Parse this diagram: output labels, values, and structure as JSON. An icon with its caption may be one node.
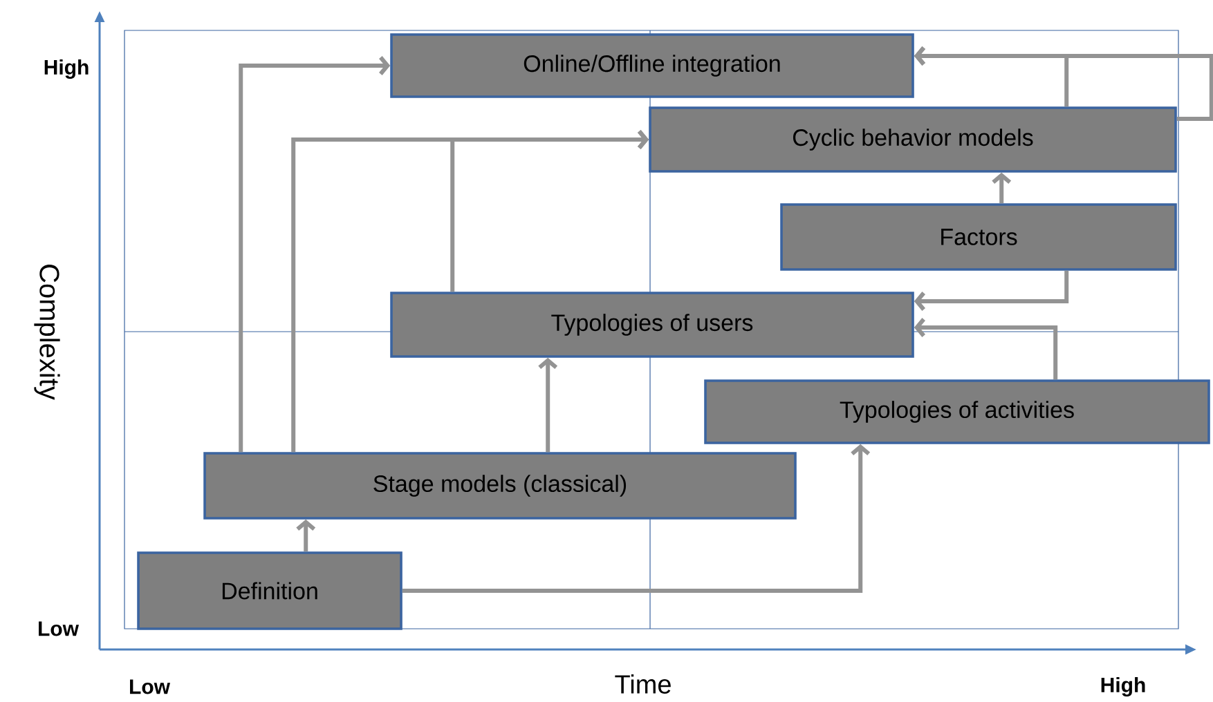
{
  "diagram": {
    "nodes": [
      {
        "text": [
          "Online/Offline integration"
        ]
      },
      {
        "text": [
          "Cyclic  behavior models"
        ]
      },
      {
        "text": [
          "Factors"
        ]
      },
      {
        "text": [
          "Typologies of users"
        ]
      },
      {
        "text": [
          "Typologies of activities"
        ]
      },
      {
        "text": [
          "Stage models (classical)"
        ]
      },
      {
        "text": [
          "Definition"
        ]
      }
    ],
    "edges": [
      {
        "from": 6,
        "to": 5,
        "arrow": "to"
      },
      {
        "from": 6,
        "to": 4,
        "arrow": "to"
      },
      {
        "from": 5,
        "to": 3,
        "arrow": "to"
      },
      {
        "from": 5,
        "to": 0,
        "arrow": "to"
      },
      {
        "from": 5,
        "to": 1,
        "arrow": "to"
      },
      {
        "from": 3,
        "to": 1,
        "arrow": "to"
      },
      {
        "from": 2,
        "to": 1,
        "arrow": "to"
      },
      {
        "from": 2,
        "to": 3,
        "arrow": "to"
      },
      {
        "from": 4,
        "to": 3,
        "arrow": "to"
      },
      {
        "from": 1,
        "to": 0,
        "arrow": "to"
      },
      {
        "from": 1,
        "to": 0,
        "arrow": "to"
      }
    ],
    "labels": [
      "High",
      "Complexity",
      "Low",
      "Low",
      "Time",
      "High"
    ]
  }
}
